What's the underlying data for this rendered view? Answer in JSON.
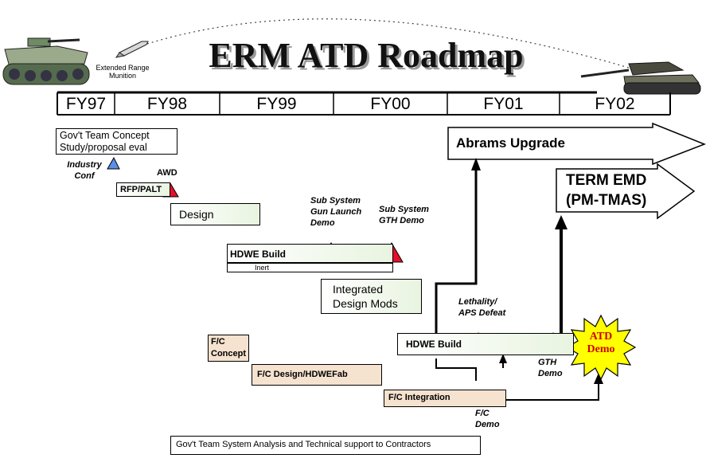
{
  "title": "ERM ATD Roadmap",
  "munition_label": "Extended Range Munition",
  "fiscal_years": [
    "FY97",
    "FY98",
    "FY99",
    "FY00",
    "FY01",
    "FY02"
  ],
  "items": {
    "gov_team": "Gov't Team Concept Study/proposal eval",
    "industry_conf": "Industry Conf",
    "awd": "AWD",
    "rfp_palt": "RFP/PALT",
    "design": "Design",
    "sub_system_gun": "Sub System Gun Launch Demo",
    "sub_system_gth": "Sub System GTH Demo",
    "hdwe_build_1": "HDWE Build",
    "inert": "Inert",
    "integrated_design": "Integrated Design Mods",
    "abrams_upgrade": "Abrams Upgrade",
    "term_emd_1": "TERM EMD",
    "term_emd_2": "(PM-TMAS)",
    "lethality": "Lethality/ APS Defeat",
    "fc_concept": "F/C Concept",
    "fc_design": "F/C Design/HDWEFab",
    "hdwe_build_2": "HDWE Build",
    "gth_demo": "GTH Demo",
    "atd_demo_1": "ATD",
    "atd_demo_2": "Demo",
    "fc_integration": "F/C Integration",
    "fc_demo": "F/C Demo",
    "gov_support": "Gov't Team System Analysis and Technical support to Contractors"
  },
  "colors": {
    "milestone": "#e3102a",
    "industry_marker": "#5b8ee6",
    "starburst": "#ffff00",
    "demo_text": "#d00000",
    "tan_box": "#f5e2cf"
  }
}
